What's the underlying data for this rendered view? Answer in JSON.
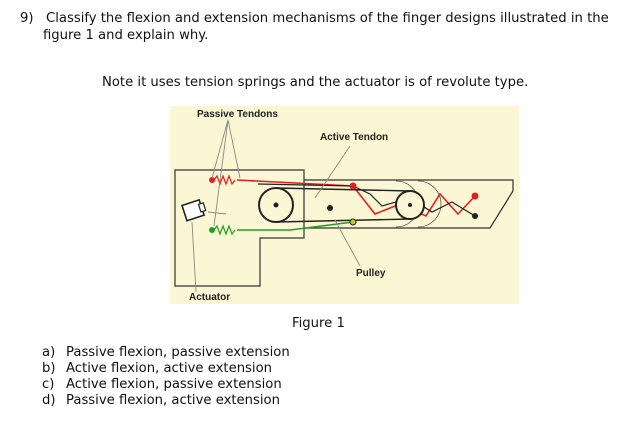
{
  "question": {
    "number": "9)",
    "line1": "Classify the flexion and extension mechanisms of the finger designs illustrated in the",
    "line2": "figure 1 and explain why."
  },
  "note": "Note it uses tension springs and the actuator is of revolute type.",
  "figure": {
    "caption": "Figure 1",
    "labels": {
      "passive_tendons": "Passive Tendons",
      "active_tendon": "Active Tendon",
      "pulley": "Pulley",
      "actuator": "Actuator"
    },
    "colors": {
      "background": "#fbf6d4",
      "active_tendon": "#e02020",
      "passive_tendon": "#20a020",
      "outline": "#333333"
    }
  },
  "options": [
    {
      "letter": "a)",
      "text": "Passive flexion, passive extension"
    },
    {
      "letter": "b)",
      "text": "Active flexion, active extension"
    },
    {
      "letter": "c)",
      "text": "Active flexion, passive extension"
    },
    {
      "letter": "d)",
      "text": "Passive flexion, active extension"
    }
  ]
}
